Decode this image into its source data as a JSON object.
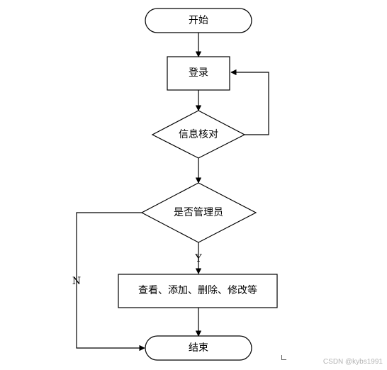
{
  "diagram": {
    "nodes": {
      "start": {
        "label": "开始",
        "shape": "terminal"
      },
      "login": {
        "label": "登录",
        "shape": "process"
      },
      "verify": {
        "label": "信息核对",
        "shape": "decision"
      },
      "is_admin": {
        "label": "是否管理员",
        "shape": "decision"
      },
      "actions": {
        "label": "查看、添加、删除、修改等",
        "shape": "process"
      },
      "end": {
        "label": "结束",
        "shape": "terminal"
      }
    },
    "edges": [
      {
        "from": "start",
        "to": "login",
        "label": ""
      },
      {
        "from": "login",
        "to": "verify",
        "label": ""
      },
      {
        "from": "verify",
        "to": "login",
        "label": ""
      },
      {
        "from": "verify",
        "to": "is_admin",
        "label": ""
      },
      {
        "from": "is_admin",
        "to": "actions",
        "label": "Y"
      },
      {
        "from": "is_admin",
        "to": "end",
        "label": "N"
      },
      {
        "from": "actions",
        "to": "end",
        "label": ""
      }
    ],
    "edge_labels": {
      "yes": "Y",
      "no": "N"
    }
  },
  "watermark": "CSDN @kybs1991"
}
